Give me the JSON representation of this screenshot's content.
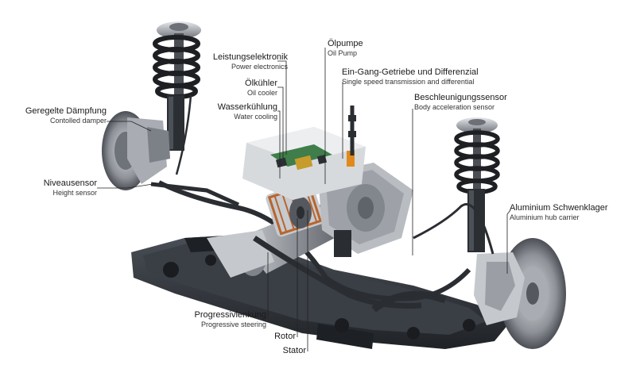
{
  "labels": {
    "damper": {
      "de": "Geregelte Dämpfung",
      "en": "Contolled damper"
    },
    "height": {
      "de": "Niveausensor",
      "en": "Height sensor"
    },
    "power": {
      "de": "Leistungselektronik",
      "en": "Power electronics"
    },
    "oilcooler": {
      "de": "Ölkühler",
      "en": "Oil cooler"
    },
    "water": {
      "de": "Wasserkühlung",
      "en": "Water cooling"
    },
    "oilpump": {
      "de": "Ölpumpe",
      "en": "Oil Pump"
    },
    "transmission": {
      "de": "Ein-Gang-Getriebe und Differenzial",
      "en": "Single speed transmission and differential"
    },
    "accel": {
      "de": "Beschleunigungssensor",
      "en": "Body acceleration sensor"
    },
    "hub": {
      "de": "Aluminium Schwenklager",
      "en": "Aluminium hub carrier"
    },
    "steering": {
      "de": "Progressivlenkung",
      "en": "Progressive steering"
    },
    "rotor": {
      "de": "Rotor"
    },
    "stator": {
      "de": "Stator"
    }
  },
  "colors": {
    "frame": "#2c2f34",
    "frame_light": "#4a4f57",
    "metal": "#a9adb3",
    "metal_light": "#d6d9dd",
    "copper": "#b8652e",
    "pcb": "#3f7d4a",
    "orange": "#e08a1e",
    "spring": "#1e1f22",
    "leader": "#222222"
  }
}
